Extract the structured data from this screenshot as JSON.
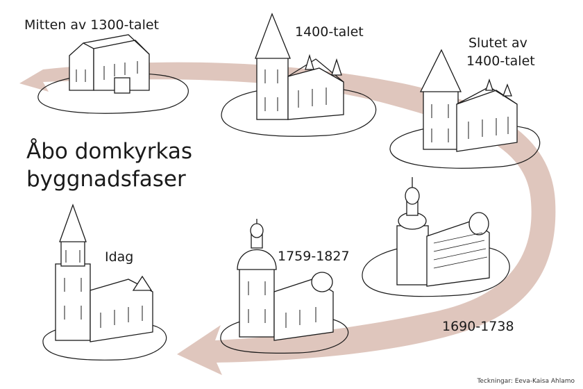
{
  "title": {
    "line1": "Åbo domkyrkas",
    "line2": "byggnadsfaser"
  },
  "phases": [
    {
      "label": "Mitten av 1300-talet"
    },
    {
      "label": "1400-talet"
    },
    {
      "label_line1": "Slutet av",
      "label_line2": "1400-talet"
    },
    {
      "label": "1690-1738"
    },
    {
      "label": "1759-1827"
    },
    {
      "label": "Idag"
    }
  ],
  "credit": "Teckningar: Eeva-Kaisa Ahlamo",
  "colors": {
    "arrow": "#d9bcb2",
    "ink": "#1a1a1a"
  }
}
